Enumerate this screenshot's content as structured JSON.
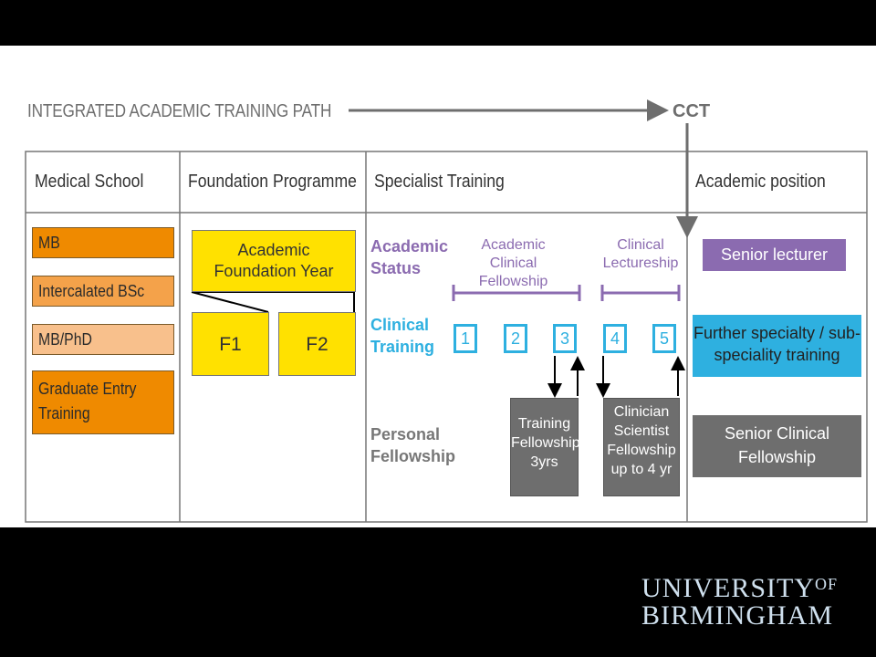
{
  "title": "INTEGRATED ACADEMIC TRAINING PATH",
  "cct": "CCT",
  "columns": [
    "Medical School",
    "Foundation Programme",
    "Specialist Training",
    "Academic position"
  ],
  "medical_school": [
    "MB",
    "Intercalated BSc",
    "MB/PhD",
    "Graduate Entry Training"
  ],
  "foundation": {
    "academic_year": "Academic Foundation Year",
    "f1": "F1",
    "f2": "F2"
  },
  "specialist": {
    "row_labels": {
      "status": "Academic Status",
      "clinical": "Clinical Training",
      "personal": "Personal Fellowship"
    },
    "acf": "Academic Clinical Fellowship",
    "cl": "Clinical Lectureship",
    "steps": [
      "1",
      "2",
      "3",
      "4",
      "5"
    ],
    "training_fellowship": "Training Fellowship 3yrs",
    "clinician_scientist": "Clinician Scientist Fellowship up to 4 yr"
  },
  "academic_position": [
    "Senior lecturer",
    "Further specialty / sub-speciality training",
    "Senior Clinical Fellowship"
  ],
  "logo": {
    "line1": "UNIVERSITY",
    "of": "OF",
    "line2": "BIRMINGHAM"
  },
  "colors": {
    "orange": "#ef8a00",
    "light_orange": "#f7b77a",
    "yellow": "#ffe100",
    "purple": "#8b6bb0",
    "blue": "#2eb0e0",
    "grey": "#6e6e6e"
  }
}
